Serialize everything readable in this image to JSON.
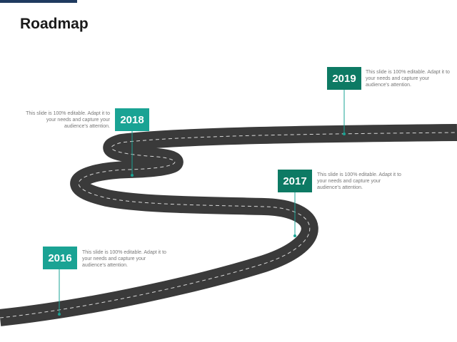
{
  "title": "Roadmap",
  "milestones": [
    {
      "year": "2016",
      "text": "This slide is 100% editable. Adapt it to your needs and capture your audience's attention."
    },
    {
      "year": "2017",
      "text": "This slide is 100% editable. Adapt it to your needs and capture your audience's attention."
    },
    {
      "year": "2018",
      "text": "This slide is 100% editable. Adapt it to your needs and capture your audience's attention."
    },
    {
      "year": "2019",
      "text": "This slide is 100% editable. Adapt it to your needs and capture your audience's attention."
    }
  ],
  "colors": {
    "accent_teal": "#1aa394",
    "accent_dark_teal": "#0d7a64",
    "road": "#3a3a3a",
    "title_bar": "#1f3a5f"
  }
}
